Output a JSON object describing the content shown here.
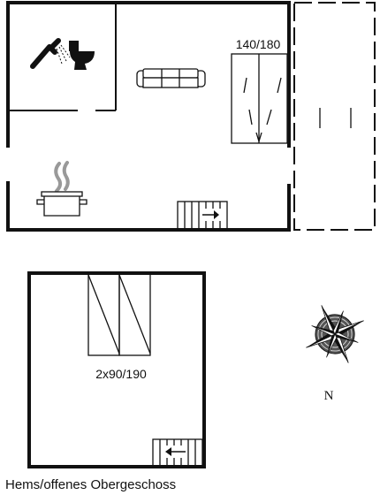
{
  "ground_floor": {
    "double_bed_label": "140/180"
  },
  "upper_floor": {
    "twin_beds_label": "2x90/190",
    "caption": "Hems/offenes Obergeschoss"
  },
  "compass": {
    "north_label": "N"
  },
  "icons": [
    "shower-icon",
    "toilet-icon",
    "sofa-icon",
    "cooking-pot-icon",
    "staircase-icon",
    "compass-rose-icon"
  ]
}
